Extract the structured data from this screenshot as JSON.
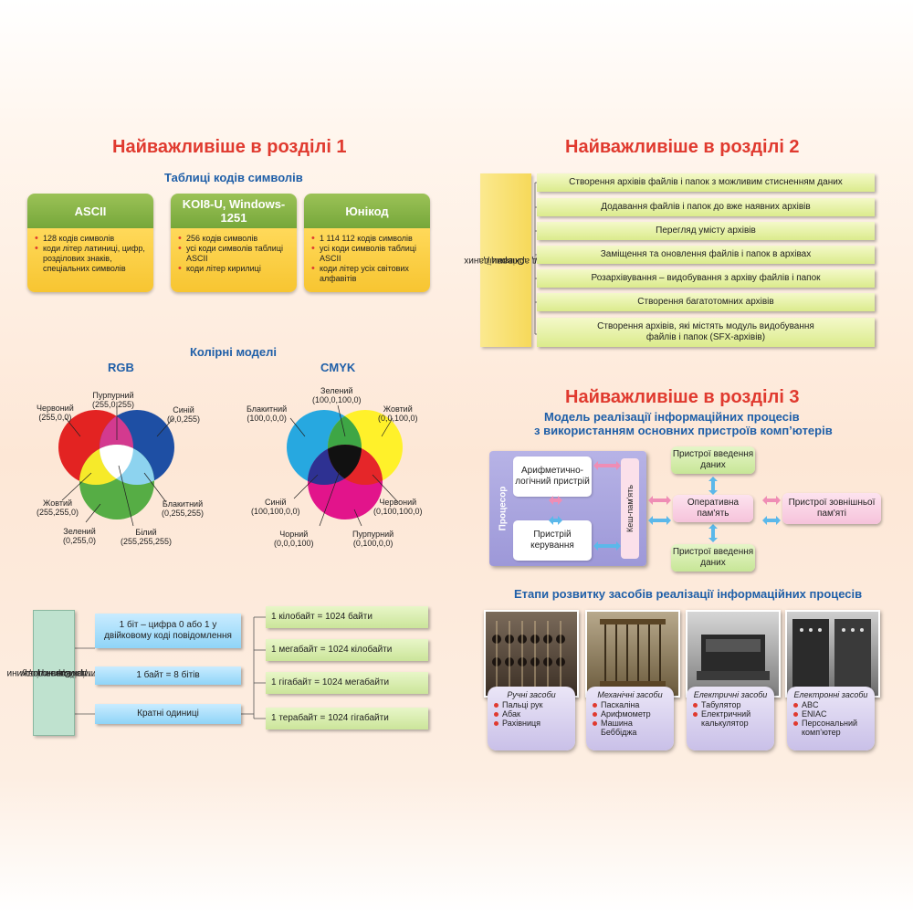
{
  "section1": {
    "title": "Найважливіше в розділі 1",
    "codes_heading": "Таблиці кодів символів",
    "codes": [
      {
        "name": "ASCII",
        "items": [
          "128 кодів символів",
          "коди літер латиниці, цифр, розділових знаків, спеціальних символів"
        ]
      },
      {
        "name": "KOI8-U, Windows-1251",
        "items": [
          "256 кодів символів",
          "усі коди символів таблиці ASCII",
          "коди літер кирилиці"
        ]
      },
      {
        "name": "Юнікод",
        "items": [
          "1 114 112 кодів символів",
          "усі коди символів таблиці ASCII",
          "коди літер усіх світових алфавітів"
        ]
      }
    ],
    "color_models_heading": "Колірні моделі",
    "rgb": {
      "title": "RGB",
      "labels": {
        "red": [
          "Червоний",
          "(255,0,0)"
        ],
        "magenta": [
          "Пурпурний",
          "(255,0,255)"
        ],
        "blue": [
          "Синій",
          "(0,0,255)"
        ],
        "yellow": [
          "Жовтий",
          "(255,255,0)"
        ],
        "cyan": [
          "Блакитний",
          "(0,255,255)"
        ],
        "green": [
          "Зелений",
          "(0,255,0)"
        ],
        "white": [
          "Білий",
          "(255,255,255)"
        ]
      }
    },
    "cmyk": {
      "title": "CMYK",
      "labels": {
        "cyan": [
          "Блакитний",
          "(100,0,0,0)"
        ],
        "green": [
          "Зелений",
          "(100,0,100,0)"
        ],
        "yellow": [
          "Жовтий",
          "(0,0,100,0)"
        ],
        "blue": [
          "Синій",
          "(100,100,0,0)"
        ],
        "red": [
          "Червоний",
          "(0,100,100,0)"
        ],
        "black": [
          "Чорний",
          "(0,0,0,100)"
        ],
        "magenta": [
          "Пурпурний",
          "(0,100,0,0)"
        ]
      }
    },
    "units_side": [
      "Одиниці",
      "вимірювання довжини",
      "двійкового коду"
    ],
    "units_left": [
      "1 біт – цифра 0 або 1 у двійковому коді повідомлення",
      "1 байт = 8 бітів",
      "Кратні одиниці"
    ],
    "units_right": [
      "1 кілобайт = 1024 байти",
      "1 мегабайт = 1024 кілобайти",
      "1 гігабайт = 1024 мегабайти",
      "1 терабайт = 1024 гігабайти"
    ]
  },
  "section2": {
    "title": "Найважливіше в розділі 2",
    "side_label": [
      "Операції",
      "над архівами даних"
    ],
    "operations": [
      "Створення архівів файлів і папок з можливим стисненням даних",
      "Додавання файлів і папок до вже наявних архівів",
      "Перегляд умісту архівів",
      "Заміщення та оновлення файлів і папок в архівах",
      "Розархівування – видобування з архіву файлів і папок",
      "Створення багатотомних архівів",
      "Створення архівів, які містять модуль видобування файлів і папок (SFX-архівів)"
    ]
  },
  "section3": {
    "title": "Найважливіше в розділі 3",
    "model_heading_1": "Модель реалізації інформаційних процесів",
    "model_heading_2": "з використанням основних пристроїв комп’ютерів",
    "processor": "Процесор",
    "alu": "Арифметично-логічний пристрій",
    "control": "Пристрій керування",
    "cache": "Кеш-пам'ять",
    "input_top": "Пристрої введення даних",
    "ram": "Оперативна пам'ять",
    "external": "Пристрої зовнішньої пам'яті",
    "input_bottom": "Пристрої введення даних",
    "stages_heading": "Етапи розвитку засобів реалізації інформаційних процесів",
    "stages": [
      {
        "title": "Ручні засоби",
        "items": [
          "Пальці рук",
          "Абак",
          "Рахівниця"
        ]
      },
      {
        "title": "Механічні засоби",
        "items": [
          "Паскаліна",
          "Арифмометр",
          "Машина Беббіджа"
        ]
      },
      {
        "title": "Електричні засоби",
        "items": [
          "Табулятор",
          "Електричний калькулятор"
        ]
      },
      {
        "title": "Електронні засоби",
        "items": [
          "ABC",
          "ENIAC",
          "Персональний комп’ютер"
        ]
      }
    ]
  },
  "colors": {
    "heading_red": "#e03a2f",
    "heading_blue": "#1f5fa8",
    "accent_green": "#76a73a",
    "accent_yellow": "#f7c531"
  }
}
